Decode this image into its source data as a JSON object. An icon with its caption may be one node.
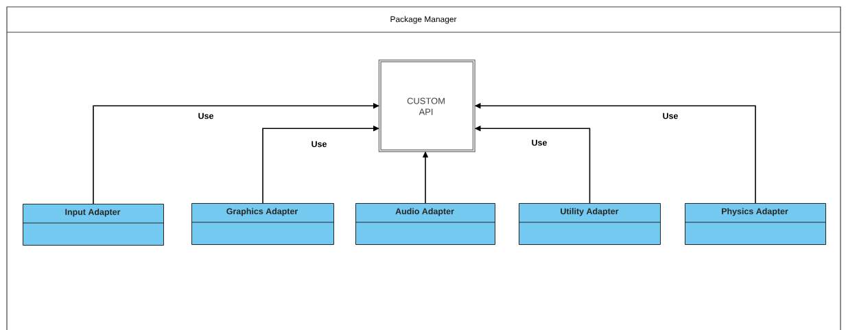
{
  "diagram": {
    "nodes": [
      {
        "text": [
          "Package Manager"
        ]
      },
      {
        "text": [
          "CUSTOM API"
        ],
        "in": 0
      },
      {
        "text": [
          "Input Adapter"
        ],
        "in": 0
      },
      {
        "text": [
          "Graphics Adapter"
        ],
        "in": 0
      },
      {
        "text": [
          "Audio Adapter"
        ],
        "in": 0
      },
      {
        "text": [
          "Utility Adapter"
        ],
        "in": 0
      },
      {
        "text": [
          "Physics Adapter"
        ],
        "in": 0
      }
    ],
    "edges": [
      {
        "from": 2,
        "to": 1,
        "arrow": "to",
        "label": "Use"
      },
      {
        "from": 3,
        "to": 1,
        "arrow": "to",
        "label": "Use"
      },
      {
        "from": 4,
        "to": 1,
        "arrow": "to"
      },
      {
        "from": 5,
        "to": 1,
        "arrow": "to",
        "label": "Use"
      },
      {
        "from": 6,
        "to": 1,
        "arrow": "to",
        "label": "Use"
      }
    ]
  }
}
